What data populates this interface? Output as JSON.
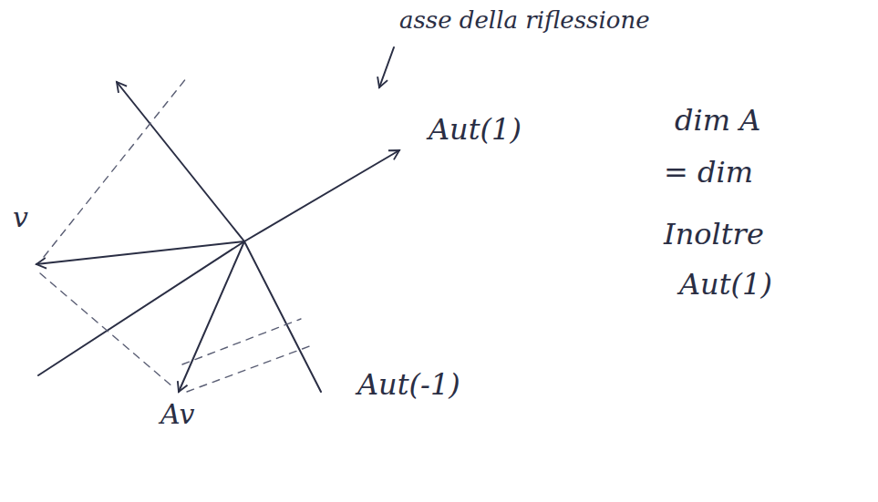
{
  "diagram": {
    "labels": [
      "asse della riflessione",
      "Aut(1)",
      "Aut(-1)",
      "v",
      "Av",
      "dim A",
      "= dim",
      "Inoltre",
      "Aut(1)"
    ]
  }
}
